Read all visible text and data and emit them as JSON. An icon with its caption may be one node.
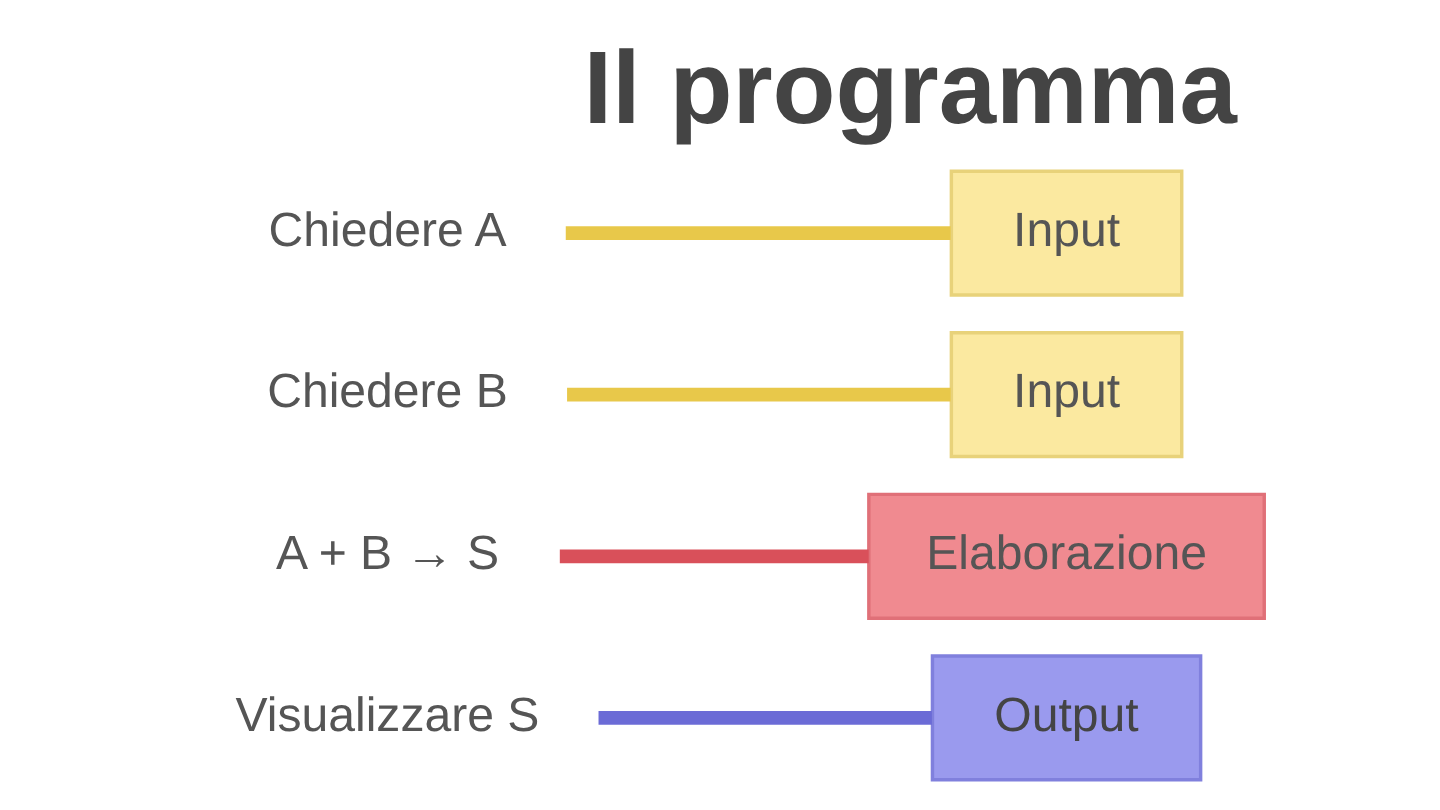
{
  "diagram": {
    "title": "Il programma",
    "nodes": [
      {
        "text": [
          "Chiedere A"
        ]
      },
      {
        "text": [
          "Chiedere B"
        ]
      },
      {
        "text": [
          "A + B → S"
        ]
      },
      {
        "text": [
          "Visualizzare S"
        ]
      },
      {
        "text": [
          "Input"
        ]
      },
      {
        "text": [
          "Input"
        ]
      },
      {
        "text": [
          "Elaborazione"
        ]
      },
      {
        "text": [
          "Output"
        ]
      }
    ],
    "edges": [
      {
        "from": 4,
        "to": 0,
        "arrow": "none",
        "color": "#e8c84a"
      },
      {
        "from": 5,
        "to": 1,
        "arrow": "none",
        "color": "#e8c84a"
      },
      {
        "from": 6,
        "to": 2,
        "arrow": "none",
        "color": "#d9505a"
      },
      {
        "from": 7,
        "to": 3,
        "arrow": "none",
        "color": "#6b6bd6"
      }
    ]
  }
}
